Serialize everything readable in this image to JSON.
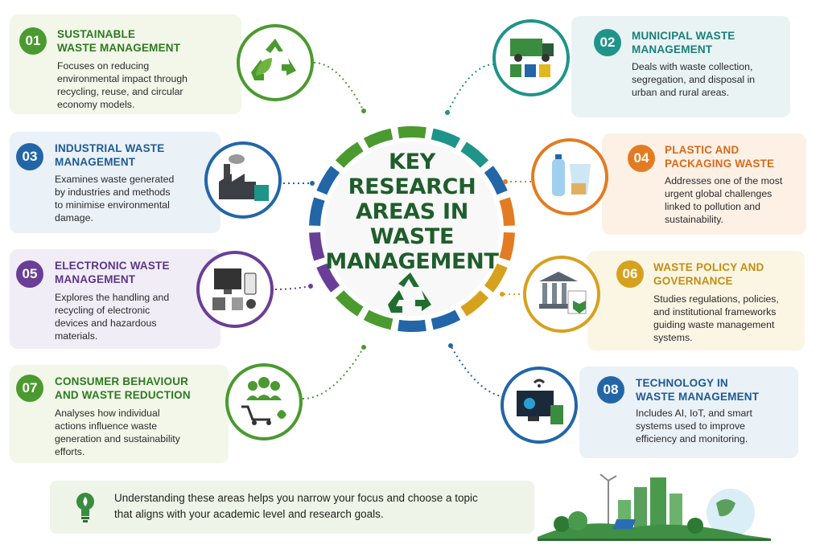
{
  "center": {
    "title": "KEY\nRESEARCH\nAREAS IN\nWASTE\nMANAGEMENT",
    "icon": "recycle-icon"
  },
  "areas": [
    {
      "number": "01",
      "title": "SUSTAINABLE\nWASTE MANAGEMENT",
      "description": "Focuses on reducing\nenvironmental impact through\nrecycling, reuse, and circular\neconomy models.",
      "color": "#4a9a2f",
      "title_color": "#2e7a1f",
      "bg": "#f2f7e9",
      "icon": "recycle-leaf-icon"
    },
    {
      "number": "02",
      "title": "MUNICIPAL WASTE\nMANAGEMENT",
      "description": "Deals with waste collection,\nsegregation, and disposal in\nurban and rural areas.",
      "color": "#1f9488",
      "title_color": "#17807a",
      "bg": "#e9f3f4",
      "icon": "garbage-truck-icon"
    },
    {
      "number": "03",
      "title": "INDUSTRIAL WASTE\nMANAGEMENT",
      "description": "Examines waste generated\nby industries and methods\nto minimise environmental\ndamage.",
      "color": "#2266a8",
      "title_color": "#1d5a96",
      "bg": "#eaf1f7",
      "icon": "factory-icon"
    },
    {
      "number": "04",
      "title": "PLASTIC AND\nPACKAGING WASTE",
      "description": "Addresses one of the most\nurgent global challenges\nlinked to pollution and\nsustainability.",
      "color": "#e37b22",
      "title_color": "#d9691a",
      "bg": "#fdf1e6",
      "icon": "plastic-bottle-icon"
    },
    {
      "number": "05",
      "title": "ELECTRONIC WASTE\nMANAGEMENT",
      "description": "Explores the handling and\nrecycling of electronic\ndevices and hazardous\nmaterials.",
      "color": "#6a3e97",
      "title_color": "#5b3589",
      "bg": "#f1edf6",
      "icon": "electronics-icon"
    },
    {
      "number": "06",
      "title": "WASTE POLICY AND\nGOVERNANCE",
      "description": "Studies regulations, policies,\nand institutional frameworks\nguiding waste management\nsystems.",
      "color": "#d6a11c",
      "title_color": "#c48d10",
      "bg": "#fbf5e4",
      "icon": "government-building-icon"
    },
    {
      "number": "07",
      "title": "CONSUMER BEHAVIOUR\nAND WASTE REDUCTION",
      "description": "Analyses how individual\nactions influence waste\ngeneration and sustainability\nefforts.",
      "color": "#4a9a2f",
      "title_color": "#2e7a1f",
      "bg": "#f2f7e9",
      "icon": "people-cart-icon"
    },
    {
      "number": "08",
      "title": "TECHNOLOGY IN\nWASTE MANAGEMENT",
      "description": "Includes AI, IoT, and smart\nsystems used to improve\nefficiency and monitoring.",
      "color": "#2266a8",
      "title_color": "#1d5a96",
      "bg": "#eaf1f7",
      "icon": "smart-monitor-icon"
    }
  ],
  "footer": {
    "text": "Understanding these areas helps you narrow your focus and choose a topic\nthat aligns with your academic level and research goals.",
    "icon": "lightbulb-icon",
    "illustration": "green-city-icon"
  }
}
